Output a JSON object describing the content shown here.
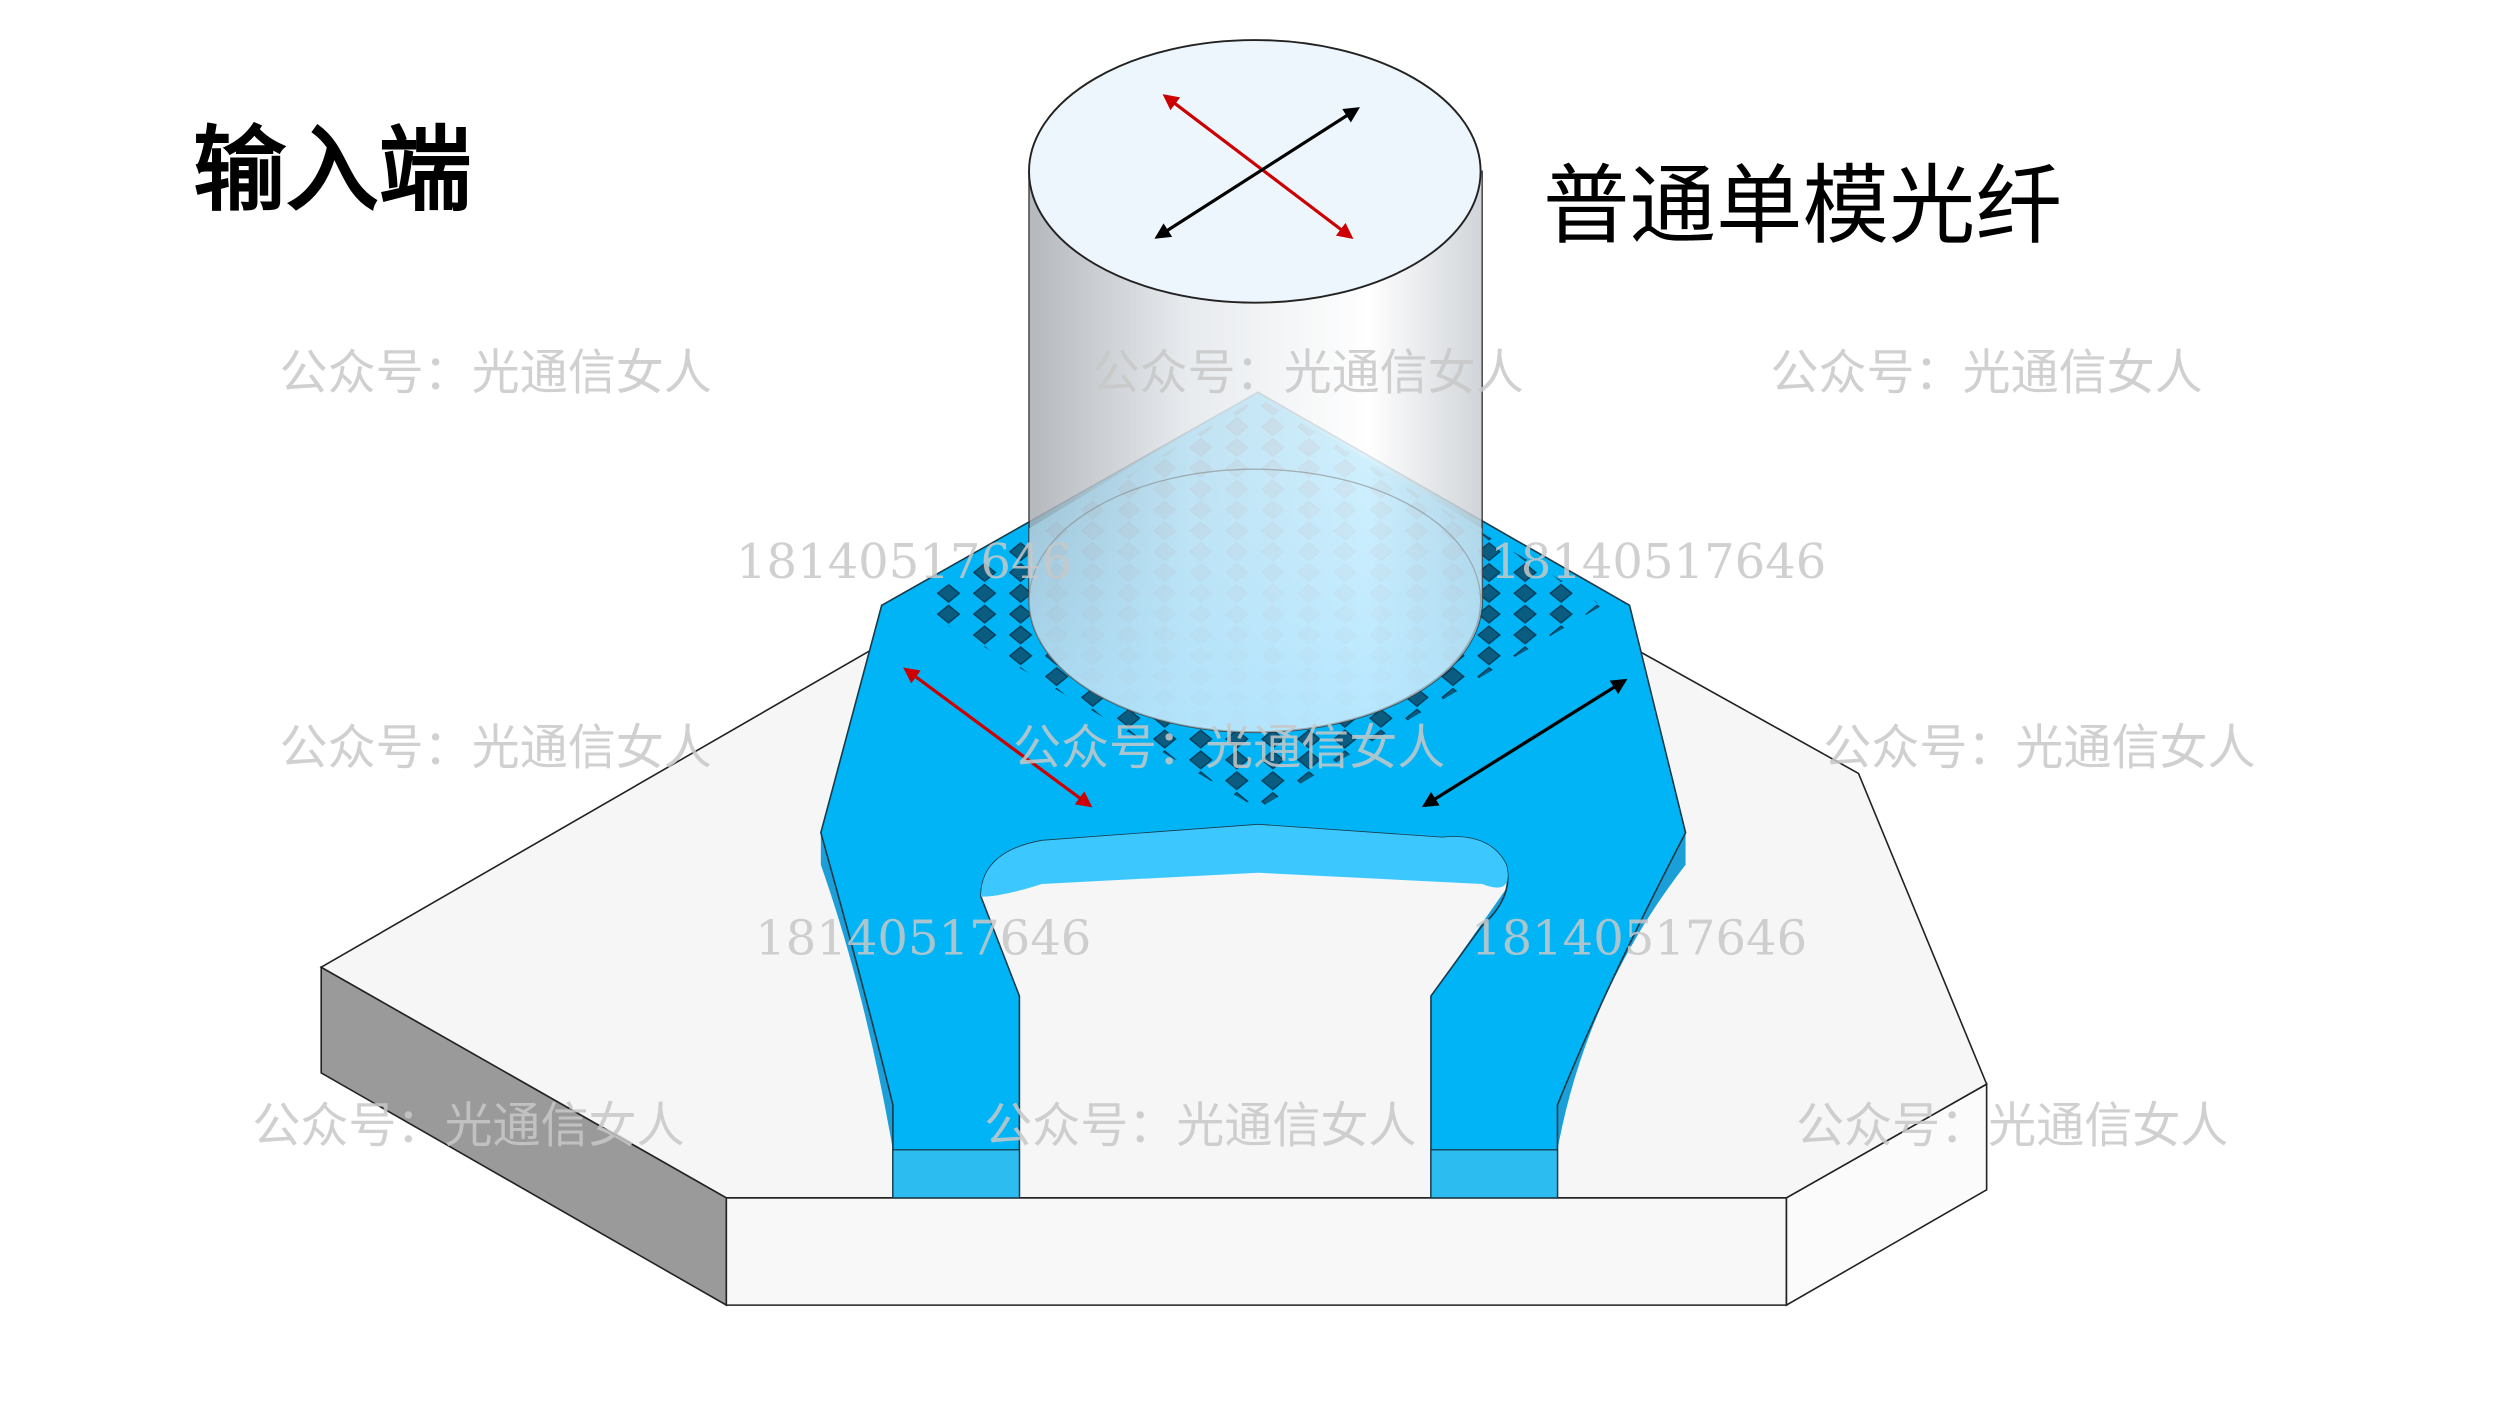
{
  "title": "输入端",
  "fiber_label": "普通单模光纤",
  "watermarks": {
    "account": "公众号：光通信女人",
    "phone": "18140517646"
  },
  "colors": {
    "device_blue": "#00b4f5",
    "red_arrow": "#cc0000",
    "black_arrow": "#000000",
    "base": "#f6f6f6"
  }
}
